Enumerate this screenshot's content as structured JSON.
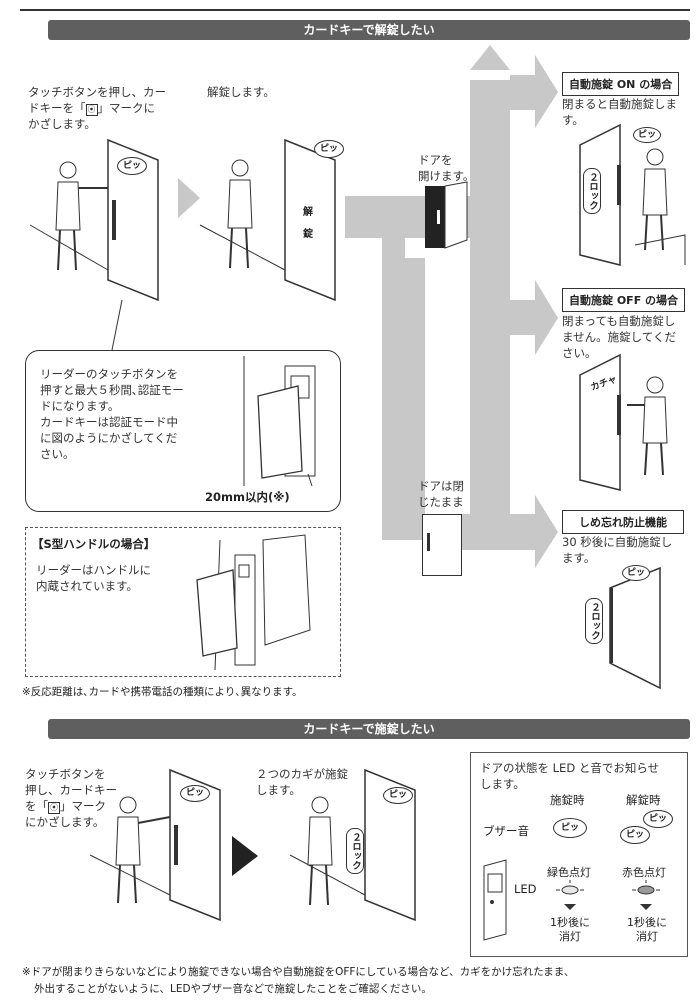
{
  "top_rule": "",
  "section_unlock": {
    "title": "カードキーで解錠したい",
    "step1_text": "タッチボタンを押し、カードキーを「📶」マークにかざします。",
    "step1_l1": "タッチボタンを押し、カー",
    "step1_l2": "ドキーを「",
    "step1_l2b": "」マークに",
    "step1_l3": "かざします。",
    "step2_text": "解錠します。",
    "beep": "ピッ",
    "unlock_label_1": "解",
    "unlock_label_2": "錠",
    "door_open_l1": "ドアを",
    "door_open_l2": "開けます。",
    "door_closed_l1": "ドアは閉",
    "door_closed_l2": "じたまま",
    "reader_info_l1": "リーダーのタッチボタンを",
    "reader_info_l2": "押すと最大５秒間､認証モー",
    "reader_info_l3": "ドになります。",
    "reader_info_l4": "カードキーは認証モード中",
    "reader_info_l5": "に図のようにかざしてくだ",
    "reader_info_l6": "さい。",
    "distance": "20mm以内(※)",
    "s_handle_title": "【S型ハンドルの場合】",
    "s_handle_l1": "リーダーはハンドルに",
    "s_handle_l2": "内蔵されています。",
    "note_distance": "※反応距離は､カードや携帯電話の種類により､異なります。",
    "auto_on_title": "自動施錠 ON の場合",
    "auto_on_l1": "閉まると自動施錠しま",
    "auto_on_l2": "す。",
    "auto_off_title": "自動施錠 OFF の場合",
    "auto_off_l1": "閉まっても自動施錠し",
    "auto_off_l2": "ません。施錠してくだ",
    "auto_off_l3": "さい。",
    "kacha": "カチャ",
    "forget_title": "しめ忘れ防止機能",
    "forget_l1": "30 秒後に自動施錠し",
    "forget_l2": "ます。",
    "two_lock": "２ロック"
  },
  "section_lock": {
    "title": "カードキーで施錠したい",
    "step1_l1": "タッチボタンを",
    "step1_l2": "押し、カードキー",
    "step1_l3a": "を「",
    "step1_l3b": "」マーク",
    "step1_l4": "にかざします。",
    "step2_l1": "２つのカギが施錠",
    "step2_l2": "します。",
    "beep": "ピッ",
    "two_lock": "２ロック",
    "led_info_l1": "ドアの状態を LED と音でお知らせ",
    "led_info_l2": "します。",
    "col_locked": "施錠時",
    "col_unlocked": "解錠時",
    "buzzer": "ブザー音",
    "led": "LED",
    "green_on": "緑色点灯",
    "red_on": "赤色点灯",
    "off_after_l1": "1秒後に",
    "off_after_l2": "消灯"
  },
  "footnote_l1": "※ドアが閉まりきらないなどにより施錠できない場合や自動施錠をOFFにしている場合など、カギをかけ忘れたまま、",
  "footnote_l2": "外出することがないように、LEDやブザー音などで施錠したことをご確認ください。",
  "colors": {
    "bar": "#5f5f5f",
    "arrow": "#c8c8c8",
    "ink": "#333333",
    "led_green": "#d9d9d9",
    "led_red": "#9a9a9a"
  }
}
